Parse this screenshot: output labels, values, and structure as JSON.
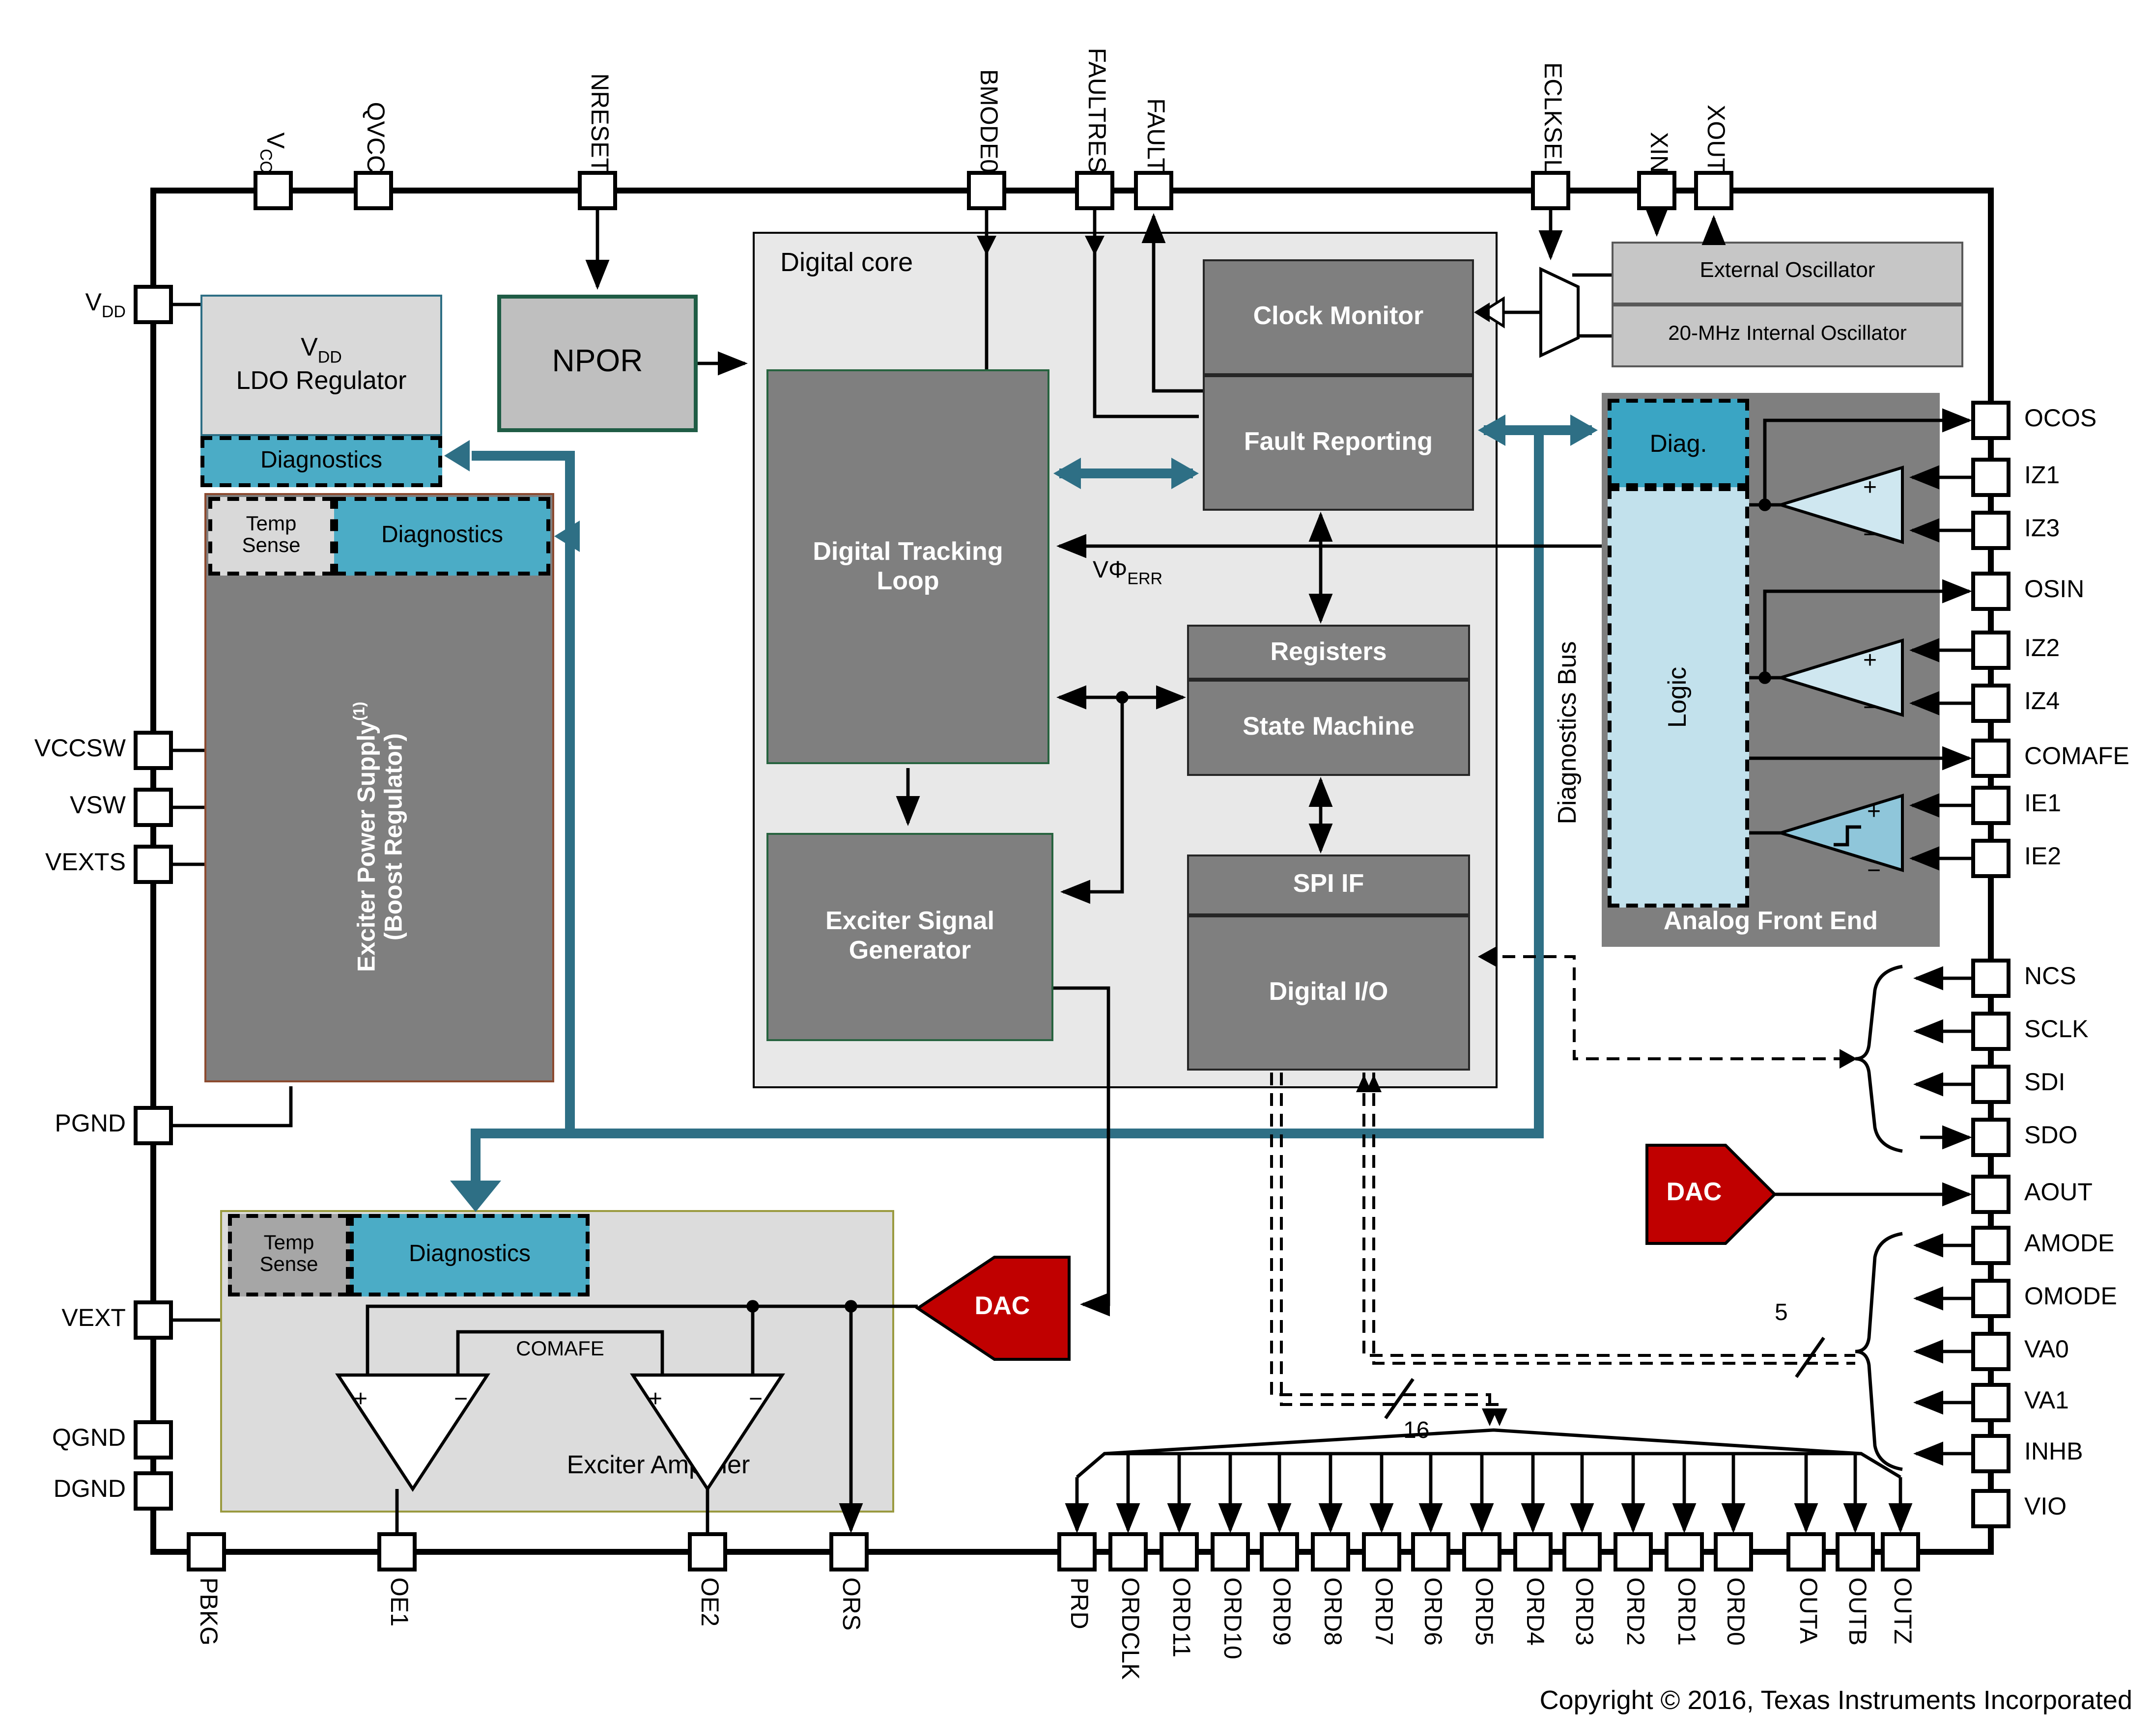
{
  "copyright": "Copyright © 2016, Texas Instruments Incorporated",
  "symbols": {
    "plus": "+",
    "minus": "−"
  },
  "buses": {
    "b16": "16",
    "b5": "5"
  },
  "labels": {
    "digital_core": "Digital core",
    "clock_monitor": "Clock Monitor",
    "fault_reporting": "Fault Reporting",
    "registers": "Registers",
    "state_machine": "State Machine",
    "spi_if": "SPI IF",
    "digital_io": "Digital I/O",
    "dtl": [
      "Digital Tracking",
      "Loop"
    ],
    "esg": [
      "Exciter Signal",
      "Generator"
    ],
    "npor": "NPOR",
    "ldo": {
      "main": "V",
      "sub": "DD",
      "line2": "LDO Regulator"
    },
    "diagnostics": "Diagnostics",
    "temp_sense": [
      "Temp",
      "Sense"
    ],
    "eps": {
      "line1": "Exciter Power Supply",
      "sup": "(1)",
      "line2": "(Boost Regulator)"
    },
    "exciter_amplifier": "Exciter Amplifier",
    "comafe_net": "COMAFE",
    "afe": {
      "title": "Analog Front End",
      "diag": "Diag.",
      "logic": "Logic"
    },
    "osc": {
      "external": "External Oscillator",
      "internal": "20-MHz Internal Oscillator"
    },
    "dac": "DAC",
    "diagnostics_bus": "Diagnostics Bus",
    "phase_error": {
      "main": "VΦ",
      "sub": "ERR"
    }
  },
  "pins": {
    "top": [
      {
        "main": "V",
        "sub": "CC"
      },
      {
        "main": "QVCC"
      },
      {
        "main": "NRESET"
      },
      {
        "main": "BMODE0"
      },
      {
        "main": "FAULTRES"
      },
      {
        "main": "FAULT"
      },
      {
        "main": "ECLKSEL"
      },
      {
        "main": "XIN"
      },
      {
        "main": "XOUT"
      }
    ],
    "left": [
      {
        "main": "V",
        "sub": "DD"
      },
      {
        "main": "VCCSW"
      },
      {
        "main": "VSW"
      },
      {
        "main": "VEXTS"
      },
      {
        "main": "PGND"
      },
      {
        "main": "VEXT"
      },
      {
        "main": "QGND"
      },
      {
        "main": "DGND"
      }
    ],
    "bottom": [
      {
        "main": "PBKG"
      },
      {
        "main": "OE1"
      },
      {
        "main": "OE2"
      },
      {
        "main": "ORS"
      },
      {
        "main": "PRD"
      },
      {
        "main": "ORDCLK"
      },
      {
        "main": "ORD11"
      },
      {
        "main": "ORD10"
      },
      {
        "main": "ORD9"
      },
      {
        "main": "ORD8"
      },
      {
        "main": "ORD7"
      },
      {
        "main": "ORD6"
      },
      {
        "main": "ORD5"
      },
      {
        "main": "ORD4"
      },
      {
        "main": "ORD3"
      },
      {
        "main": "ORD2"
      },
      {
        "main": "ORD1"
      },
      {
        "main": "ORD0"
      },
      {
        "main": "OUTA"
      },
      {
        "main": "OUTB"
      },
      {
        "main": "OUTZ"
      }
    ],
    "right": [
      {
        "main": "OCOS"
      },
      {
        "main": "IZ1"
      },
      {
        "main": "IZ3"
      },
      {
        "main": "OSIN"
      },
      {
        "main": "IZ2"
      },
      {
        "main": "IZ4"
      },
      {
        "main": "COMAFE"
      },
      {
        "main": "IE1"
      },
      {
        "main": "IE2"
      },
      {
        "main": "NCS"
      },
      {
        "main": "SCLK"
      },
      {
        "main": "SDI"
      },
      {
        "main": "SDO"
      },
      {
        "main": "AOUT"
      },
      {
        "main": "AMODE"
      },
      {
        "main": "OMODE"
      },
      {
        "main": "VA0"
      },
      {
        "main": "VA1"
      },
      {
        "main": "INHB"
      },
      {
        "main": "VIO"
      }
    ]
  },
  "colors": {
    "diagnostic_teal": "#2e6f85",
    "diagnostics_fill": "#4bacc6",
    "afe_diag_fill": "#3aa5c4",
    "logic_fill": "#c2e1ec",
    "block_gray": "#7f7f7f",
    "light_gray": "#e8e8e8",
    "dac_red": "#c00000"
  }
}
